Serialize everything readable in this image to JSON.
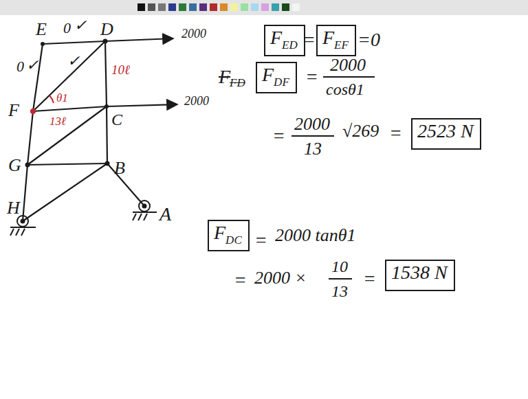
{
  "diagram": {
    "nodes": [
      {
        "text": [
          "F",
          "ED"
        ]
      },
      {
        "text": [
          "F",
          "EF"
        ]
      },
      {
        "text": [
          "F",
          "DF"
        ]
      },
      {
        "text": [
          "2523 N"
        ]
      },
      {
        "text": [
          "F",
          "DC"
        ]
      },
      {
        "text": [
          "1538 N"
        ]
      }
    ],
    "labels": [
      "E",
      "0",
      "✓",
      "D",
      "2000",
      "F",
      "0",
      "✓",
      "✓",
      "10ℓ",
      "θ1",
      "13ℓ",
      "C",
      "2000",
      "G",
      "B",
      "H",
      "A",
      "=",
      "=0",
      "F",
      "FD",
      "=",
      "2000",
      "cosθ1",
      "=",
      "2000",
      "13",
      "√269",
      "=",
      "=",
      "2000 tanθ1",
      "=",
      "2000 ×",
      "10",
      "13",
      "="
    ]
  }
}
